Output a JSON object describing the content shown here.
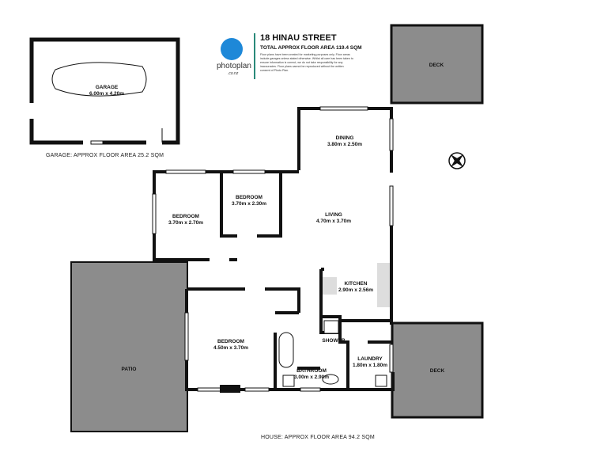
{
  "header": {
    "title": "18 HINAU STREET",
    "subtitle": "TOTAL APPROX FLOOR AREA 119.4 SQM",
    "disclaimer": "Floor plans have been created for marketing purposes only. Floor areas include garages unless stated otherwise. Whilst all care has been taken to ensure information is correct, we do not take responsibility for any inaccuracies. Floor plans cannot be reproduced without the written consent of Photo Plan.",
    "logo": "photoplan",
    "logo_sub": ".co.nz"
  },
  "captions": {
    "garage": "GARAGE: APPROX FLOOR AREA 25.2 SQM",
    "house": "HOUSE: APPROX FLOOR AREA 94.2 SQM"
  },
  "rooms": {
    "garage": {
      "name": "GARAGE",
      "dims": "6.00m  x 4.20m"
    },
    "deck_top": {
      "name": "DECK"
    },
    "dining": {
      "name": "DINING",
      "dims": "3.80m  x 2.50m"
    },
    "bedroom1": {
      "name": "BEDROOM",
      "dims": "3.70m  x 2.70m"
    },
    "bedroom2": {
      "name": "BEDROOM",
      "dims": "3.70m  x 2.30m"
    },
    "living": {
      "name": "LIVING",
      "dims": "4.70m  x 3.70m"
    },
    "kitchen": {
      "name": "KITCHEN",
      "dims": "2.90m  x 2.56m"
    },
    "patio": {
      "name": "PATIO"
    },
    "bedroom3": {
      "name": "BEDROOM",
      "dims": "4.50m  x 3.70m"
    },
    "shower": {
      "name": "SHOWER"
    },
    "bathroom": {
      "name": "BATHROOM",
      "dims": "3.00m  x 2.90m"
    },
    "laundry": {
      "name": "LAUNDRY",
      "dims": "1.80m  x 1.80m"
    },
    "deck_right": {
      "name": "DECK"
    }
  },
  "colors": {
    "wall": "#111111",
    "deck": "#8c8c8c",
    "logo": "#1e88d8"
  }
}
